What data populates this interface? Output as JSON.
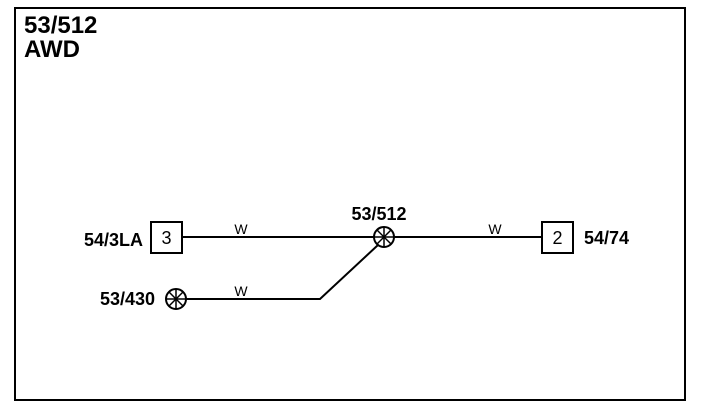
{
  "header": {
    "splice_id": "53/512",
    "variant": "AWD"
  },
  "diagram": {
    "splice": {
      "label": "53/512"
    },
    "connectors": {
      "left": {
        "label": "54/3LA",
        "pin": "3"
      },
      "right": {
        "label": "54/74",
        "pin": "2"
      },
      "ground": {
        "label": "53/430"
      }
    },
    "wires": {
      "top_left": "W",
      "top_right": "W",
      "bottom": "W"
    }
  },
  "colors": {
    "line": "#000000",
    "background": "#ffffff"
  }
}
